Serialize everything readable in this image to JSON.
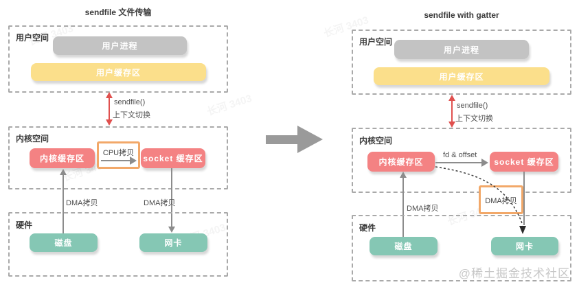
{
  "colors": {
    "red_box": "#f48283",
    "yellow_box": "#fbdf8b",
    "gray_box": "#c3c3c3",
    "teal_box": "#85c7b4",
    "orange_border": "#f2a869",
    "arrow_gray": "#8c8c8c",
    "arrow_red": "#e0504e",
    "big_arrow": "#9a9a9a",
    "dash_border": "#a9a9a9"
  },
  "left": {
    "title": "sendfile 文件传输",
    "user_space": {
      "label": "用户空间",
      "process": "用户进程",
      "buffer": "用户缓存区"
    },
    "syscall": {
      "name": "sendfile()",
      "context": "上下文切换"
    },
    "kernel_space": {
      "label": "内核空间",
      "kernel_buffer": "内核缓存区",
      "cpu_copy": "CPU拷贝",
      "socket_buffer": "socket 缓存区"
    },
    "dma_disk": "DMA拷贝",
    "dma_nic": "DMA拷贝",
    "hardware": {
      "label": "硬件",
      "disk": "磁盘",
      "nic": "网卡"
    }
  },
  "right": {
    "title": "sendfile with gatter",
    "user_space": {
      "label": "用户空间",
      "process": "用户进程",
      "buffer": "用户缓存区"
    },
    "syscall": {
      "name": "sendfile()",
      "context": "上下文切换"
    },
    "kernel_space": {
      "label": "内核空间",
      "kernel_buffer": "内核缓存区",
      "fd_offset": "fd & offset",
      "socket_buffer": "socket 缓存区"
    },
    "dma_disk": "DMA拷贝",
    "dma_box": "DMA拷贝",
    "hardware": {
      "label": "硬件",
      "disk": "磁盘",
      "nic": "网卡"
    }
  },
  "watermarks": {
    "community": "@稀土掘金技术社区",
    "diagonal": "长河 3403"
  }
}
